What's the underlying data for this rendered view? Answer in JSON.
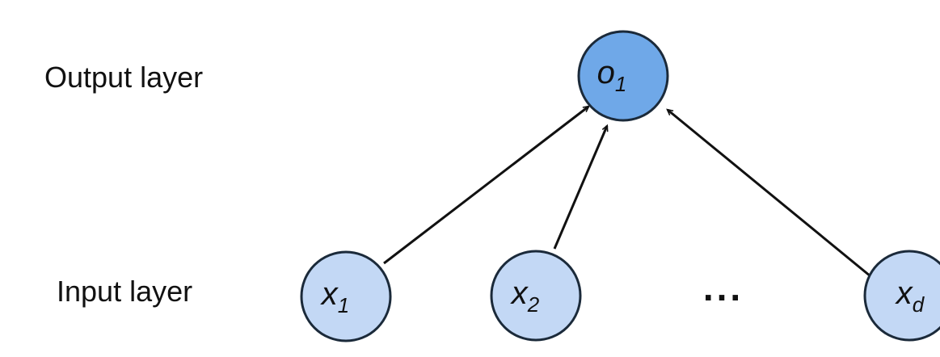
{
  "layers": {
    "output_label": "Output layer",
    "input_label": "Input layer"
  },
  "nodes": {
    "output": {
      "main": "o",
      "sub": "1",
      "fill": "#6fa8e8"
    },
    "inputs": [
      {
        "main": "x",
        "sub": "1",
        "fill": "#c3d8f5"
      },
      {
        "main": "x",
        "sub": "2",
        "fill": "#c3d8f5"
      },
      {
        "main": "x",
        "sub": "d",
        "fill": "#c3d8f5"
      }
    ]
  },
  "ellipsis": "..."
}
